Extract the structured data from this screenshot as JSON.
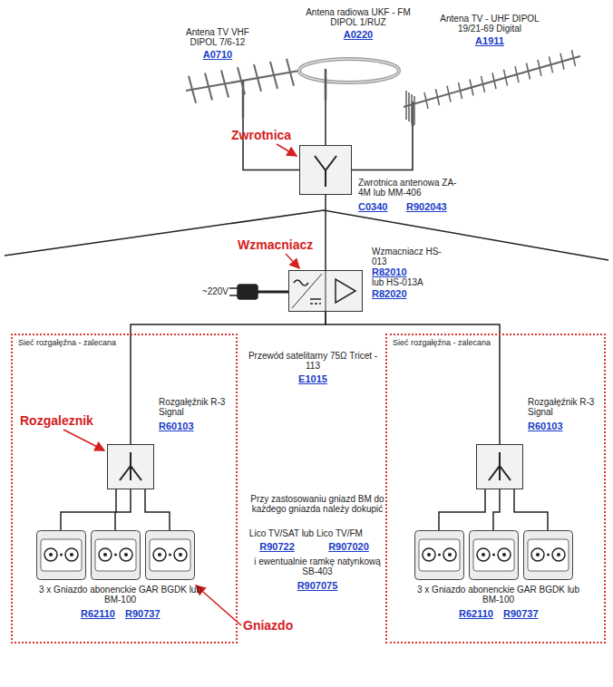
{
  "diagram": {
    "nodes": [
      {
        "text": [
          "Antena TV VHF DIPOL 7/6-12",
          "A0710"
        ]
      },
      {
        "text": [
          "Antena radiowa UKF - FM DIPOL 1/RUZ",
          "A0220"
        ]
      },
      {
        "text": [
          "Antena TV - UHF DIPOL 19/21-69 Digital",
          "A1911"
        ]
      },
      {
        "text": [
          "Zwrotnica antenowa ZA-4M lub MM-406",
          "C0340",
          "R902043"
        ]
      },
      {
        "text": [
          "Wzmacniacz HS-013",
          "R82010",
          "lub HS-013A",
          "R82020"
        ]
      },
      {
        "text": [
          "Sieć rozgałęźna - zalecana"
        ]
      },
      {
        "text": [
          "Rozgałęźnik R-3 Signal",
          "R60103"
        ],
        "in": 5
      },
      {
        "text": [
          "3 x Gniazdo abonenckie GAR BGDK lub BM-100",
          "R62110",
          "R90737"
        ],
        "in": 5
      },
      {
        "text": [
          "Sieć rozgałęźna - zalecana"
        ]
      },
      {
        "text": [
          "Rozgałęźnik R-3 Signal",
          "R60103"
        ],
        "in": 8
      },
      {
        "text": [
          "3 x Gniazdo abonenckie GAR BGDK lub BM-100",
          "R62110",
          "R90737"
        ],
        "in": 8
      }
    ],
    "edges": [
      {
        "from": 0,
        "to": 3,
        "arrow": "none"
      },
      {
        "from": 1,
        "to": 3,
        "arrow": "none"
      },
      {
        "from": 2,
        "to": 3,
        "arrow": "none"
      },
      {
        "from": 3,
        "to": 4,
        "arrow": "none"
      },
      {
        "from": 4,
        "to": 6,
        "arrow": "none"
      },
      {
        "from": 4,
        "to": 9,
        "arrow": "none"
      },
      {
        "from": 6,
        "to": 7,
        "arrow": "none"
      },
      {
        "from": 9,
        "to": 10,
        "arrow": "none"
      }
    ],
    "labels": [
      "Zwrotnica",
      "Wzmacniacz",
      "~220V",
      "Rozgaleznik",
      "Gniazdo",
      "Przewód satelitarny 75Ω Tricet - 113",
      "E1015",
      "Przy zastosowaniu gniazd BM do każdego gniazda należy dokupić",
      "Lico TV/SAT lub",
      "Lico TV/FM",
      "R90722",
      "R907020",
      "i ewentualnie ramkę natynkową SB-403",
      "R907075"
    ]
  }
}
